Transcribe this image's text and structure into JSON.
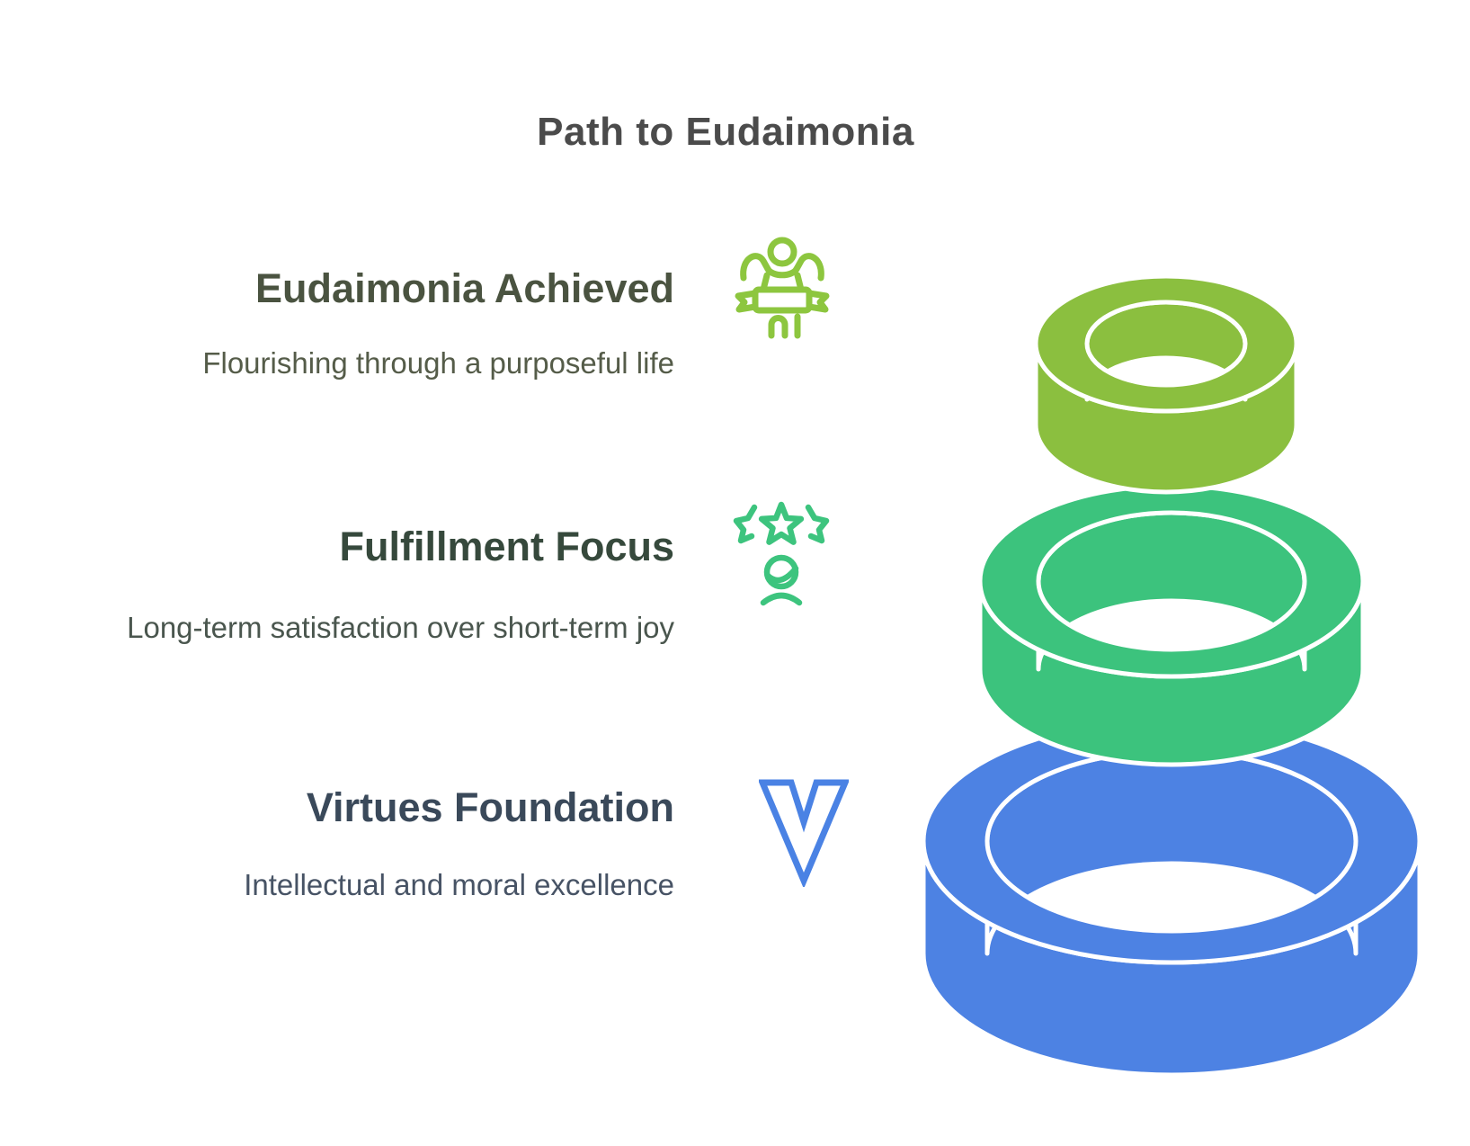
{
  "title": "Path to Eudaimonia",
  "colors": {
    "title": "#4B4B4B",
    "background": "#FFFFFF",
    "ring_outline": "#FFFFFF"
  },
  "levels": [
    {
      "heading": "Eudaimonia Achieved",
      "description": "Flourishing through a purposeful life",
      "icon": "finish-line-winner-icon",
      "accent_color": "#8DC63F",
      "ring_color": "#8BBF3F",
      "heading_color": "#4A5340",
      "description_color": "#555C49",
      "ring_position": "top"
    },
    {
      "heading": "Fulfillment Focus",
      "description": "Long-term satisfaction over short-term joy",
      "icon": "three-stars-person-icon",
      "accent_color": "#3DC47E",
      "ring_color": "#3CC37D",
      "heading_color": "#36493C",
      "description_color": "#4A564E",
      "ring_position": "middle"
    },
    {
      "heading": "Virtues Foundation",
      "description": "Intellectual and moral excellence",
      "icon": "letter-v-icon",
      "accent_color": "#4A82E4",
      "ring_color": "#4D82E3",
      "heading_color": "#3A495A",
      "description_color": "#475365",
      "ring_position": "bottom"
    }
  ]
}
